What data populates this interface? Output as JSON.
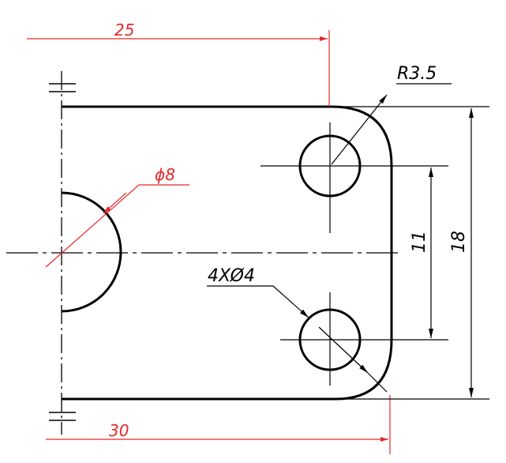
{
  "drawing": {
    "colors": {
      "outline": "#000000",
      "dimension": "#000000",
      "highlight_dimension": "#e8282a"
    },
    "dimensions": {
      "top_width": "25",
      "bottom_width": "30",
      "hole_diameter": "ϕ8",
      "corner_radius": "R3.5",
      "holes": "4XØ4",
      "hole_spacing": "11",
      "overall_height": "18"
    }
  }
}
